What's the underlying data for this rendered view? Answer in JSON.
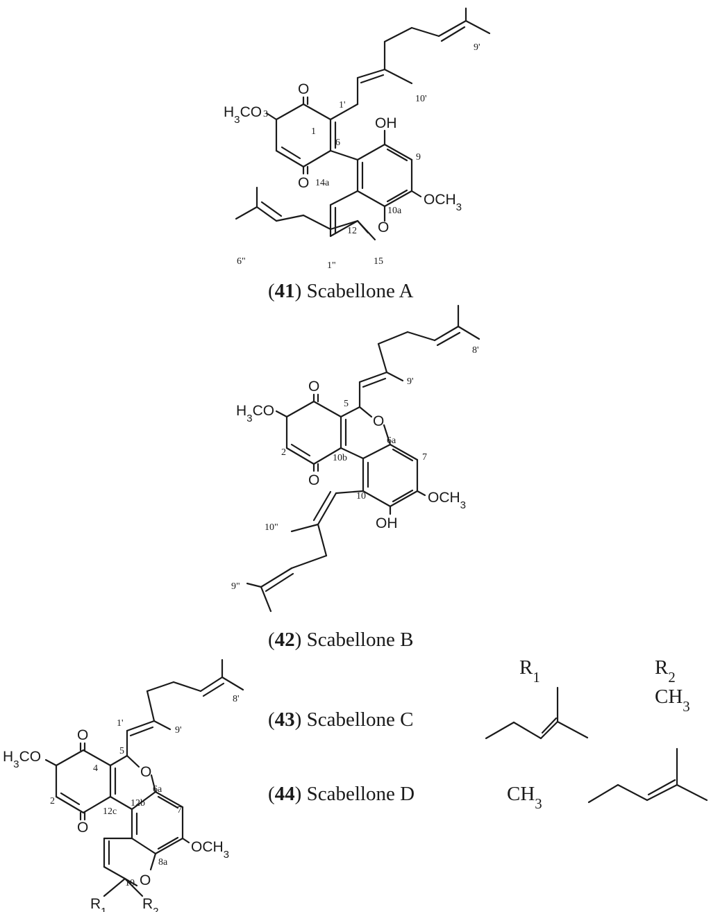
{
  "compounds": [
    {
      "number": "41",
      "name": "Scabellone A",
      "locants": {
        "c3": "3",
        "c1": "1",
        "c6": "6",
        "c14a": "14a",
        "c9": "9",
        "c10a": "10a",
        "c12": "12",
        "c15": "15",
        "c1pp": "1\"",
        "c6pp": "6\"",
        "c1p": "1'",
        "c9p": "9'",
        "c10p": "10'"
      }
    },
    {
      "number": "42",
      "name": "Scabellone B",
      "locants": {
        "c5": "5",
        "c2": "2",
        "c10b": "10b",
        "c6a": "6a",
        "c7": "7",
        "c10": "10",
        "c8p": "8'",
        "c9p": "9'",
        "c10pp": "10\"",
        "c9pp": "9\""
      }
    },
    {
      "number": "43",
      "name": "Scabellone C"
    },
    {
      "number": "44",
      "name": "Scabellone D",
      "locants": {
        "c4": "4",
        "c5": "5",
        "c2": "2",
        "c12b": "12b",
        "c12c": "12c",
        "c6a": "6a",
        "c7": "7",
        "c8a": "8a",
        "c10": "10",
        "c1p": "1'",
        "c9p": "9'",
        "c8p": "8'"
      }
    }
  ],
  "atoms": {
    "o": "O",
    "oh": "OH",
    "h3co": "H3CO",
    "och3": "OCH3",
    "ch3": "CH3",
    "r1": "R1",
    "r2": "R2"
  },
  "table": {
    "col_r1": "R1",
    "col_r2": "R2",
    "row43_r2": "CH3",
    "row44_r1": "CH3"
  }
}
